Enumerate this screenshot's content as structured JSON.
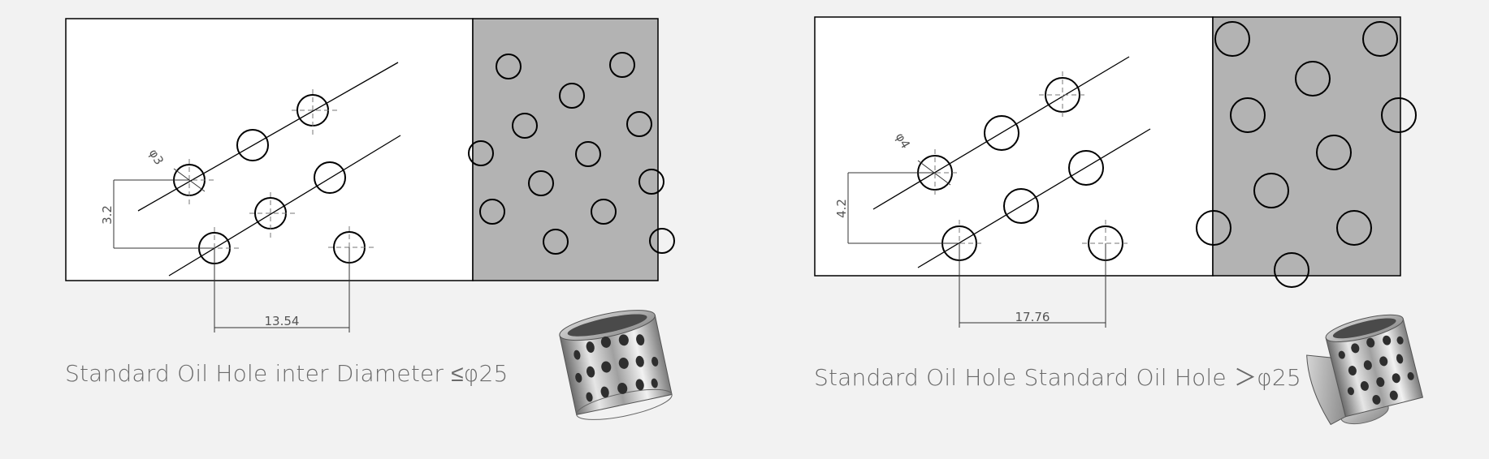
{
  "diagram_left": {
    "hole_diameter_label": "φ3",
    "spacing_vertical": "3.2",
    "spacing_horizontal": "13.54",
    "caption": "Standard Oil Hole inter Diameter ≤φ25"
  },
  "diagram_right": {
    "hole_diameter_label": "φ4",
    "spacing_vertical": "4.2",
    "spacing_horizontal": "17.76",
    "caption": "Standard Oil Hole Standard Oil Hole ＞φ25"
  },
  "colors": {
    "background": "#f2f2f2",
    "drawing_fill": "#ffffff",
    "pattern_fill": "#b3b3b3",
    "line": "#000000",
    "caption_text": "#6a6a6a"
  },
  "icons": [
    "bushing-cylindrical-icon",
    "bushing-flanged-icon"
  ]
}
